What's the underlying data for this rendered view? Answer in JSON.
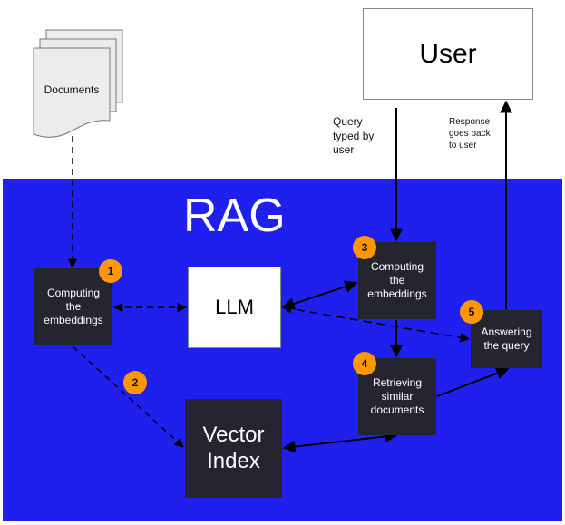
{
  "colors": {
    "rag_background": "#2020ee",
    "dark_box": "#24252f",
    "badge": "#ff9800",
    "document_fill": "#ececec",
    "arrow": "#000000"
  },
  "documents": {
    "label": "Documents",
    "icon": "document-stack-icon"
  },
  "user": {
    "label": "User"
  },
  "annotations": {
    "query": "Query\ntyped by\nuser",
    "response": "Response\ngoes back\nto user"
  },
  "rag": {
    "title": "RAG"
  },
  "nodes": {
    "embed_docs": {
      "label": "Computing\nthe\nembeddings",
      "step": "1"
    },
    "llm": {
      "label": "LLM"
    },
    "embed_query": {
      "label": "Computing\nthe\nembeddings",
      "step": "3"
    },
    "answer": {
      "label": "Answering\nthe query",
      "step": "5"
    },
    "retrieve": {
      "label": "Retrieving\nsimilar\ndocuments",
      "step": "4"
    },
    "vector_index": {
      "label": "Vector\nIndex"
    },
    "step2": {
      "step": "2"
    }
  },
  "edges": [
    {
      "from": "documents",
      "to": "embed_docs",
      "style": "dashed",
      "direction": "forward"
    },
    {
      "from": "embed_docs",
      "to": "llm",
      "style": "dashed",
      "direction": "both"
    },
    {
      "from": "embed_docs",
      "to": "vector_index",
      "style": "dashed",
      "direction": "forward"
    },
    {
      "from": "user",
      "to": "embed_query",
      "style": "solid",
      "direction": "forward"
    },
    {
      "from": "embed_query",
      "to": "llm",
      "style": "solid",
      "direction": "both"
    },
    {
      "from": "embed_query",
      "to": "retrieve",
      "style": "solid",
      "direction": "forward"
    },
    {
      "from": "retrieve",
      "to": "vector_index",
      "style": "solid",
      "direction": "both"
    },
    {
      "from": "retrieve",
      "to": "answer",
      "style": "solid",
      "direction": "forward"
    },
    {
      "from": "llm",
      "to": "answer",
      "style": "dashed",
      "direction": "both"
    },
    {
      "from": "answer",
      "to": "user",
      "style": "solid",
      "direction": "forward"
    }
  ]
}
